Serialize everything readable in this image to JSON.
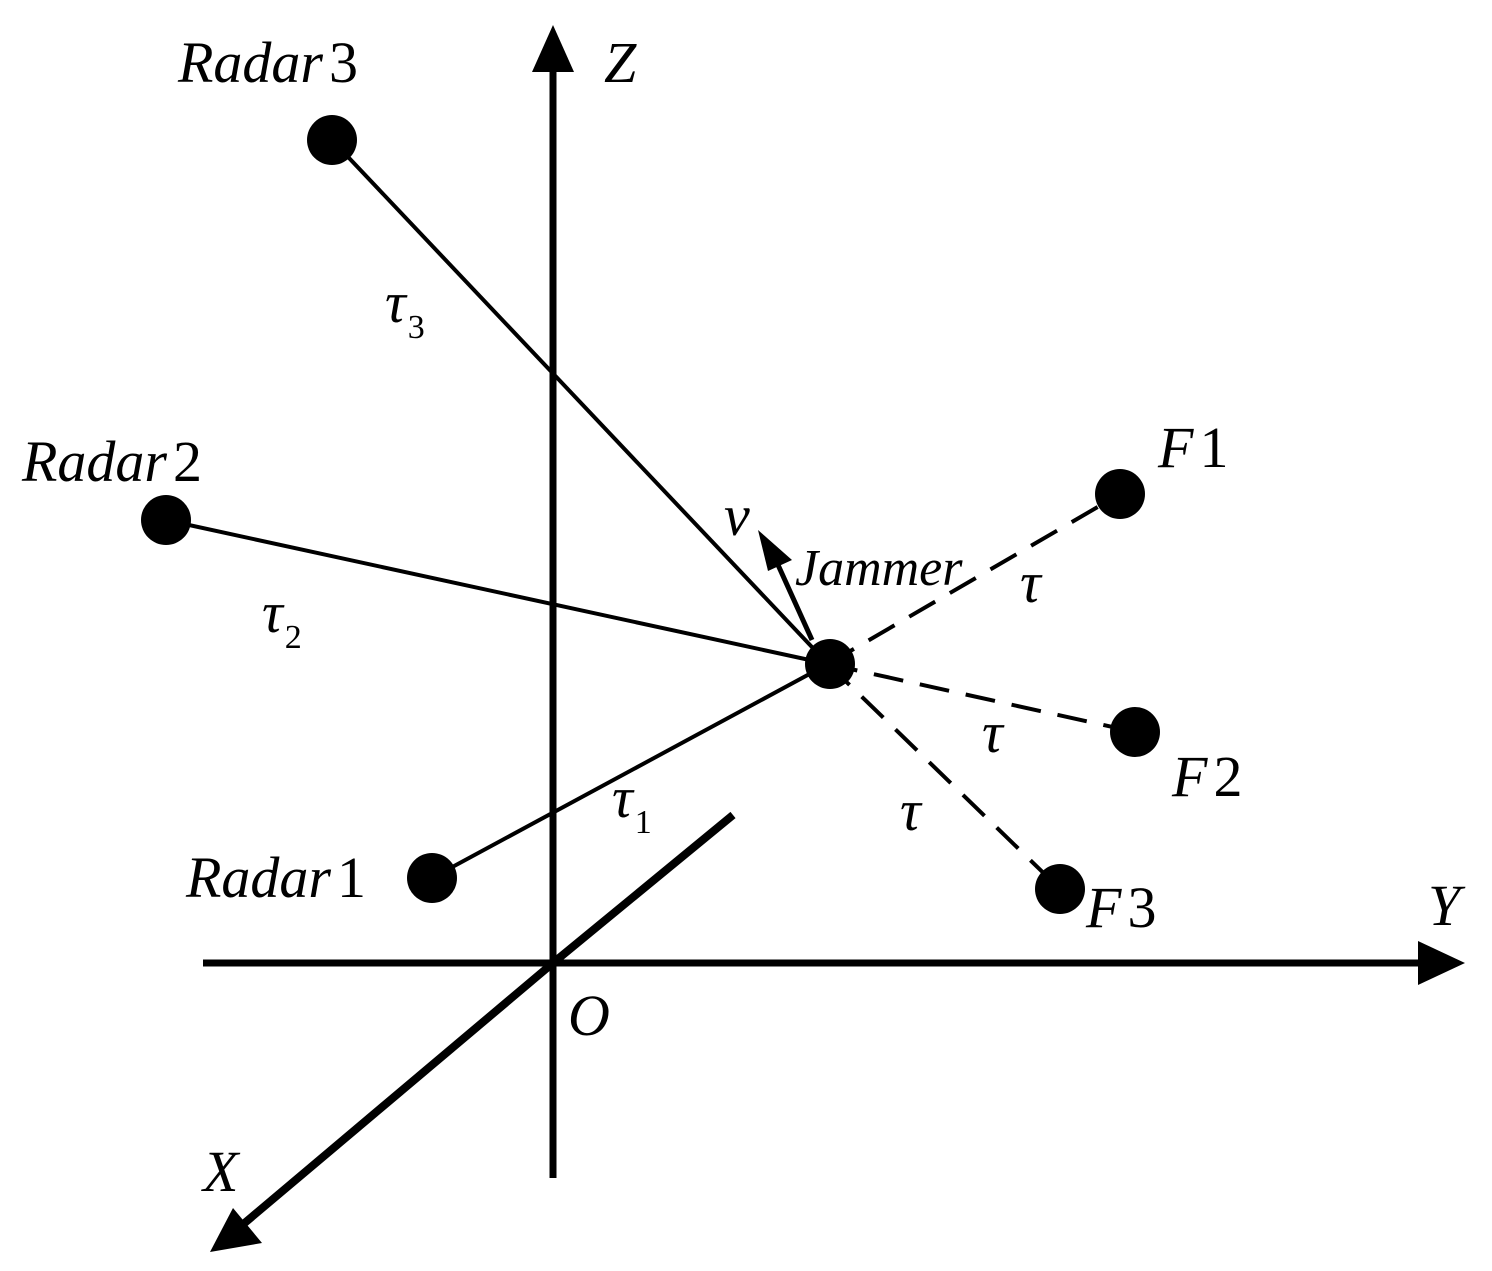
{
  "axes": {
    "z_label": "Z",
    "y_label": "Y",
    "x_label": "X",
    "origin_label": "O"
  },
  "radars": [
    {
      "name": "Radar",
      "index": "1",
      "delay_symbol": "τ",
      "delay_index": "1"
    },
    {
      "name": "Radar",
      "index": "2",
      "delay_symbol": "τ",
      "delay_index": "2"
    },
    {
      "name": "Radar",
      "index": "3",
      "delay_symbol": "τ",
      "delay_index": "3"
    }
  ],
  "jammer": {
    "label": "Jammer",
    "velocity_label": "v"
  },
  "false_targets": [
    {
      "name": "F",
      "index": "1",
      "delay_label": "τ"
    },
    {
      "name": "F",
      "index": "2",
      "delay_label": "τ"
    },
    {
      "name": "F",
      "index": "3",
      "delay_label": "τ"
    }
  ],
  "colors": {
    "ink": "#000000",
    "background": "#ffffff"
  }
}
